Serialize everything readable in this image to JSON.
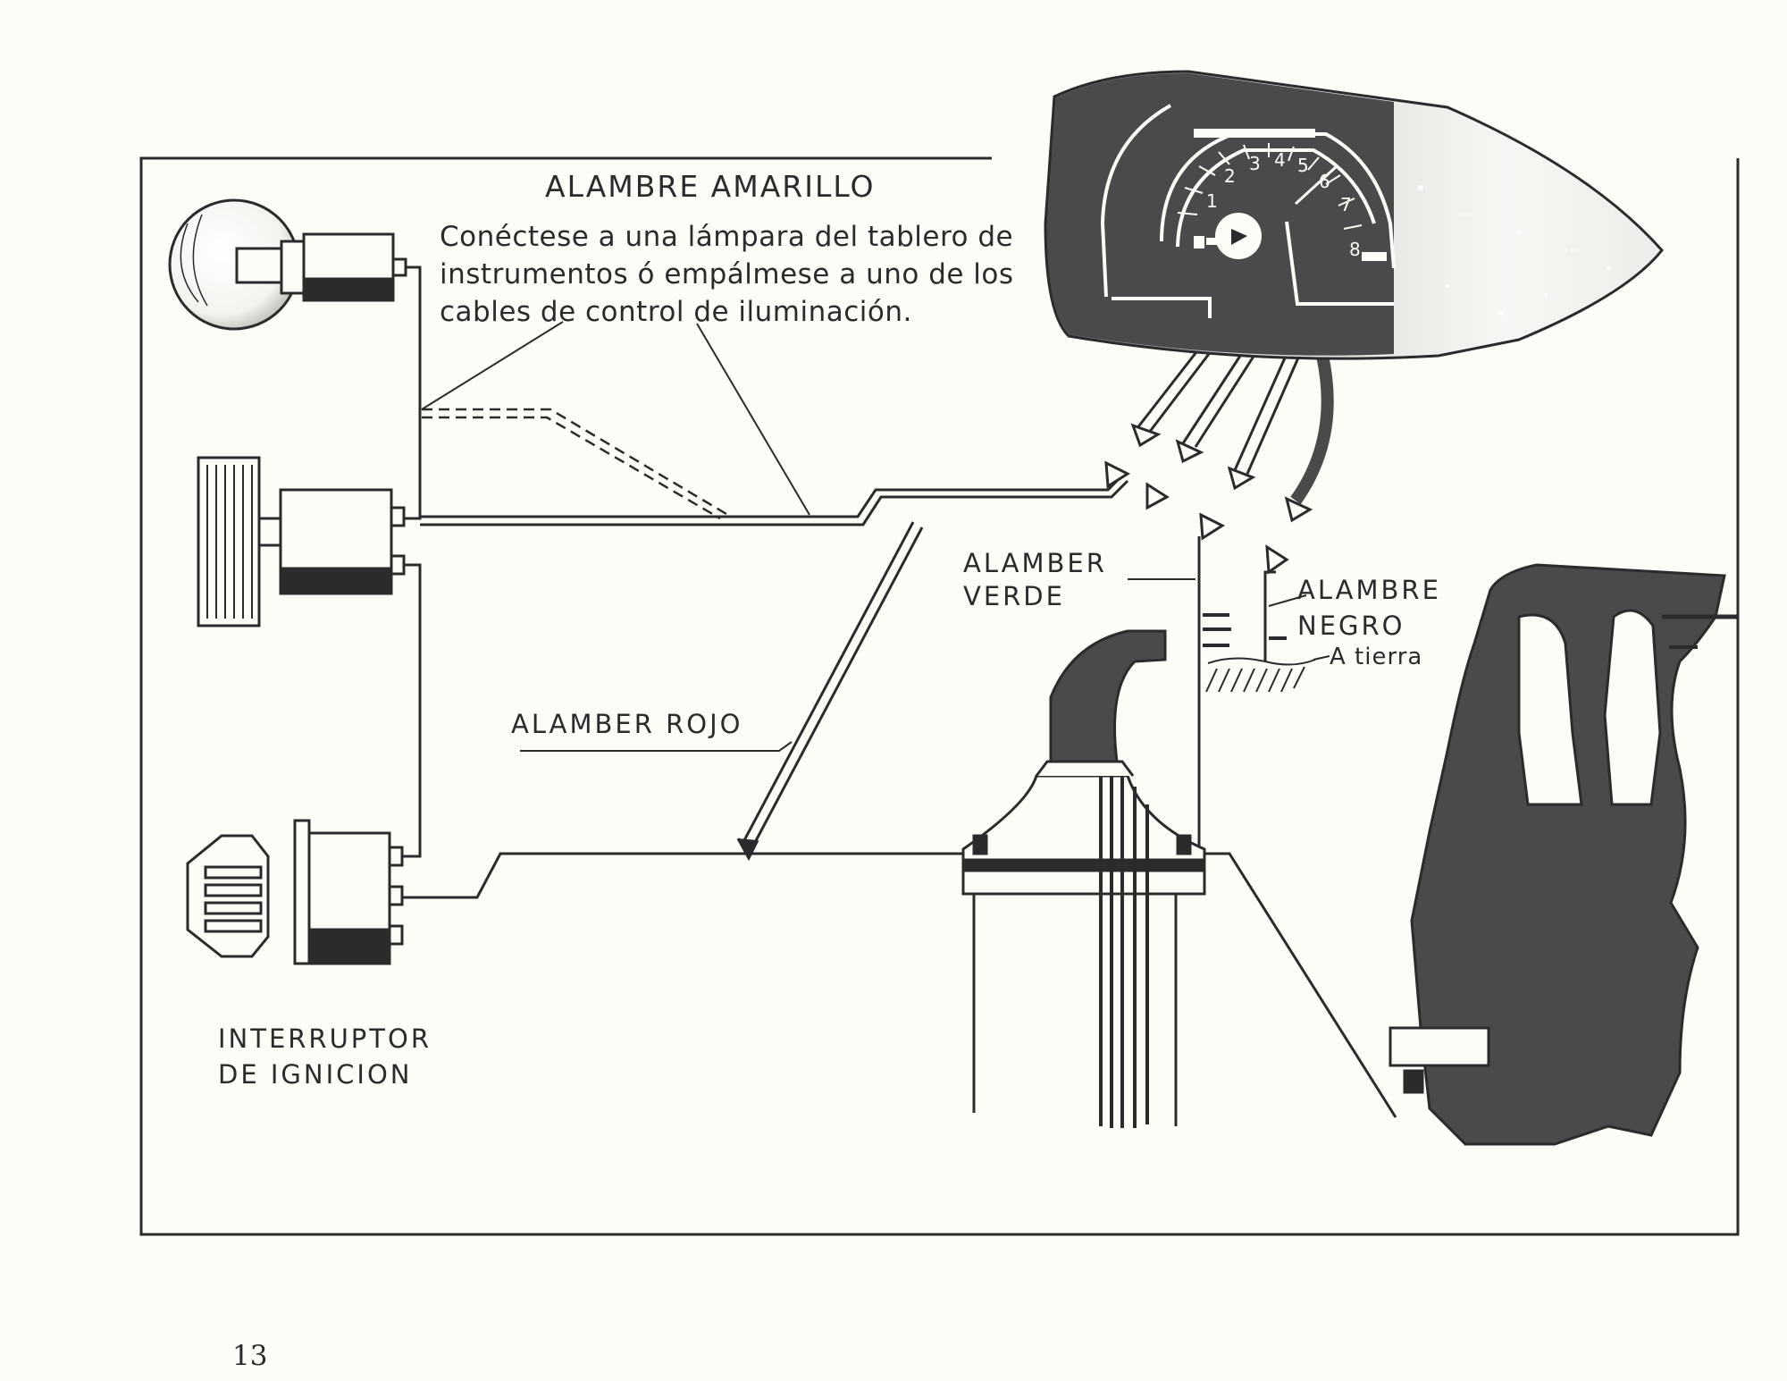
{
  "diagram": {
    "title": "ALAMBRE AMARILLO",
    "note_lines": [
      "Conéctese a una lámpara del tablero de",
      "instrumentos ó empálmese a uno de los",
      "cables de control de iluminación."
    ],
    "labels": {
      "red_wire": "ALAMBER ROJO",
      "green_wire": [
        "ALAMBER",
        "VERDE"
      ],
      "black_wire": [
        "ALAMBRE",
        "NEGRO"
      ],
      "ground": "A tierra",
      "ignition_switch": [
        "INTERRUPTOR",
        "DE IGNICION"
      ]
    },
    "gauge_ticks": [
      "1",
      "2",
      "3",
      "4",
      "5",
      "6",
      "7",
      "8"
    ],
    "colors": {
      "ink": "#2b2b2b",
      "paper": "#fdfcf7",
      "body": "#4a4a4a"
    }
  },
  "page_number": "13"
}
